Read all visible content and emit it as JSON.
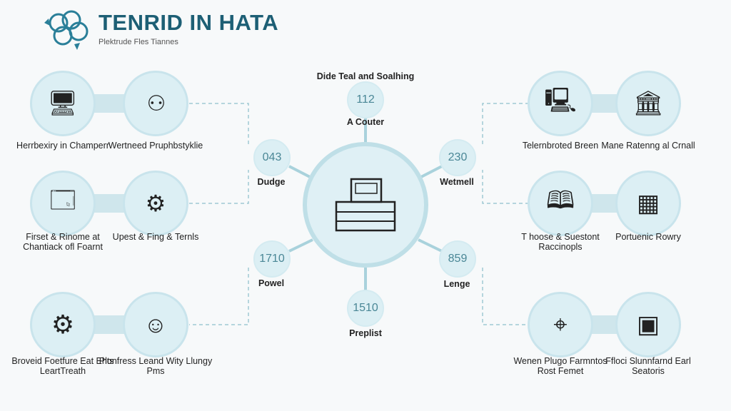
{
  "header": {
    "title": "TENRID IN HATA",
    "subtitle": "Plektrude Fles Tiannes"
  },
  "hub": {
    "title": "Dide Teal and Soalhing",
    "icon": "printer-icon"
  },
  "nodes": [
    {
      "value": "112",
      "label": "A Couter"
    },
    {
      "value": "043",
      "label": "Dudge"
    },
    {
      "value": "230",
      "label": "Wetmell"
    },
    {
      "value": "1710",
      "label": "Powel"
    },
    {
      "value": "859",
      "label": "Lenge"
    },
    {
      "value": "1510",
      "label": "Preplist"
    }
  ],
  "left": [
    {
      "a": {
        "icon": "chart-monitor-icon",
        "label": "Herrbexiry in Champerr"
      },
      "b": {
        "icon": "four-circles-icon",
        "label": "Wertneed Pruphbstyklie"
      }
    },
    {
      "a": {
        "icon": "window-box-icon",
        "label": "Firset & Rinome at Chantiack ofl Foarnt"
      },
      "b": {
        "icon": "tools-gear-icon",
        "label": "Upest & Fing & Ternls"
      }
    },
    {
      "a": {
        "icon": "gear-heart-icon",
        "label": "Broveid Foetfure Eat Ehts LeartTreath"
      },
      "b": {
        "icon": "face-icon",
        "label": "Plonfress Leand Wity Llungy Pms"
      }
    }
  ],
  "right": [
    {
      "a": {
        "icon": "terminal-icon",
        "label": "Telernbroted Breen"
      },
      "b": {
        "icon": "building-icon",
        "label": "Mane Ratenng al Crnall"
      }
    },
    {
      "a": {
        "icon": "book-icon",
        "label": "T hoose & Suestont Raccinopls"
      },
      "b": {
        "icon": "grid-house-icon",
        "label": "Portuenic Rowry"
      }
    },
    {
      "a": {
        "icon": "scanner-icon",
        "label": "Wenen Plugo Farmntos Rost Femet"
      },
      "b": {
        "icon": "device-icon",
        "label": "Ffloci Slunnfarnd Earl Seatoris"
      }
    }
  ],
  "colors": {
    "accent": "#1d5f75",
    "bubble": "#dceff4",
    "line": "#a9d2dc"
  }
}
